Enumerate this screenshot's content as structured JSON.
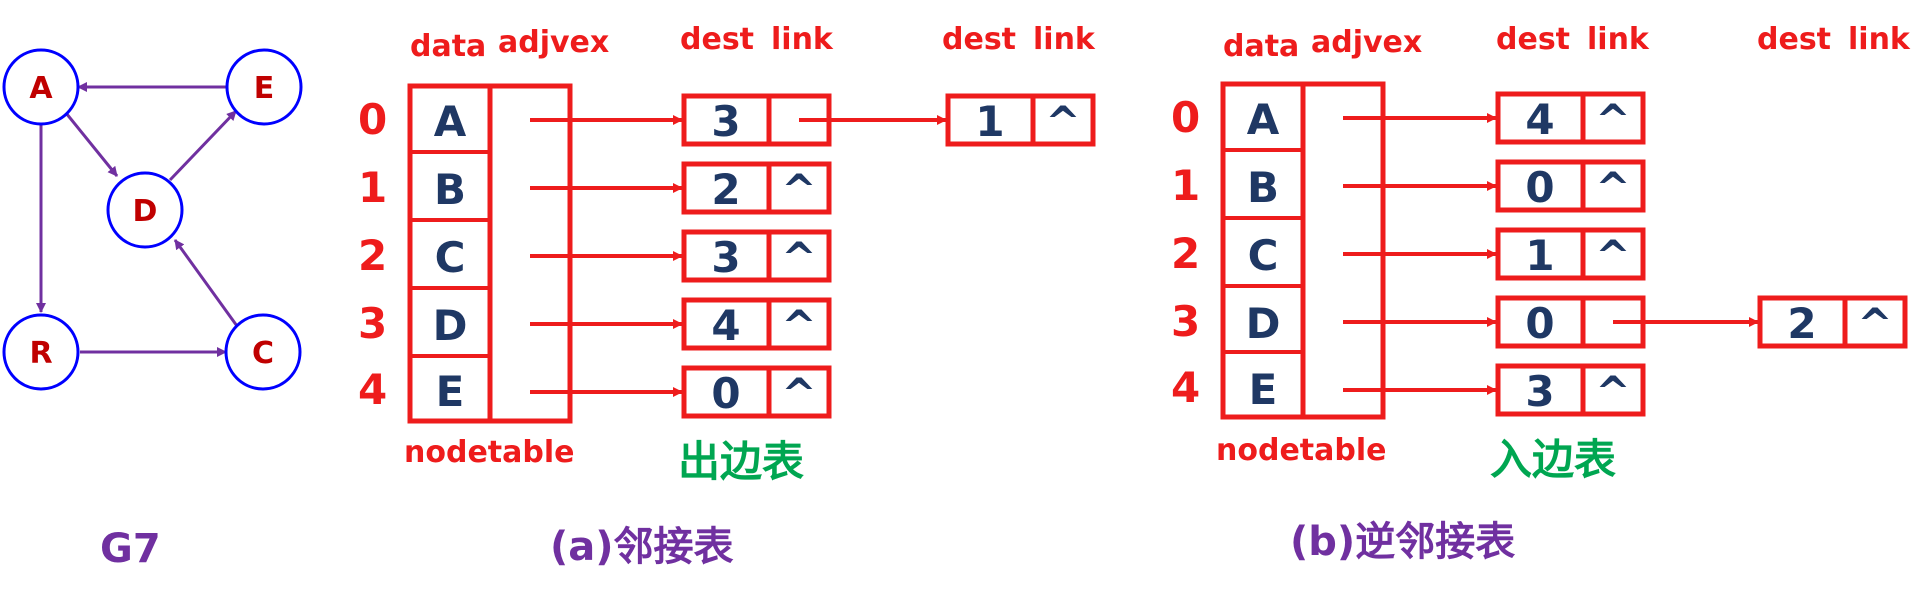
{
  "graph": {
    "title": "G7",
    "nodes": [
      "A",
      "E",
      "D",
      "R",
      "C"
    ]
  },
  "left": {
    "caption": "(a)邻接表",
    "headers": {
      "data": "data",
      "adjvex": "adjvex",
      "dest1": "dest",
      "link1": "link",
      "dest2": "dest",
      "link2": "link"
    },
    "rows": [
      {
        "index": "0",
        "data": "A",
        "edges": [
          {
            "dest": "3",
            "link": ""
          },
          {
            "dest": "1",
            "link": "^"
          }
        ]
      },
      {
        "index": "1",
        "data": "B",
        "edges": [
          {
            "dest": "2",
            "link": "^"
          }
        ]
      },
      {
        "index": "2",
        "data": "C",
        "edges": [
          {
            "dest": "3",
            "link": "^"
          }
        ]
      },
      {
        "index": "3",
        "data": "D",
        "edges": [
          {
            "dest": "4",
            "link": "^"
          }
        ]
      },
      {
        "index": "4",
        "data": "E",
        "edges": [
          {
            "dest": "0",
            "link": "^"
          }
        ]
      }
    ],
    "table_label": "nodetable",
    "edge_table_label": "出边表"
  },
  "right": {
    "caption": "(b)逆邻接表",
    "headers": {
      "data": "data",
      "adjvex": "adjvex",
      "dest1": "dest",
      "link1": "link",
      "dest2": "dest",
      "link2": "link"
    },
    "rows": [
      {
        "index": "0",
        "data": "A",
        "edges": [
          {
            "dest": "4",
            "link": "^"
          }
        ]
      },
      {
        "index": "1",
        "data": "B",
        "edges": [
          {
            "dest": "0",
            "link": "^"
          }
        ]
      },
      {
        "index": "2",
        "data": "C",
        "edges": [
          {
            "dest": "1",
            "link": "^"
          }
        ]
      },
      {
        "index": "3",
        "data": "D",
        "edges": [
          {
            "dest": "0",
            "link": ""
          },
          {
            "dest": "2",
            "link": "^"
          }
        ]
      },
      {
        "index": "4",
        "data": "E",
        "edges": [
          {
            "dest": "3",
            "link": "^"
          }
        ]
      }
    ],
    "table_label": "nodetable",
    "edge_table_label": "入边表"
  },
  "colors": {
    "accent_red": "#ee1c1c",
    "cell_text_navy": "#1f3864",
    "green": "#00a651",
    "purple": "#7030a0",
    "node_border_blue": "#0000ff",
    "node_text_dark_red": "#c00000"
  }
}
